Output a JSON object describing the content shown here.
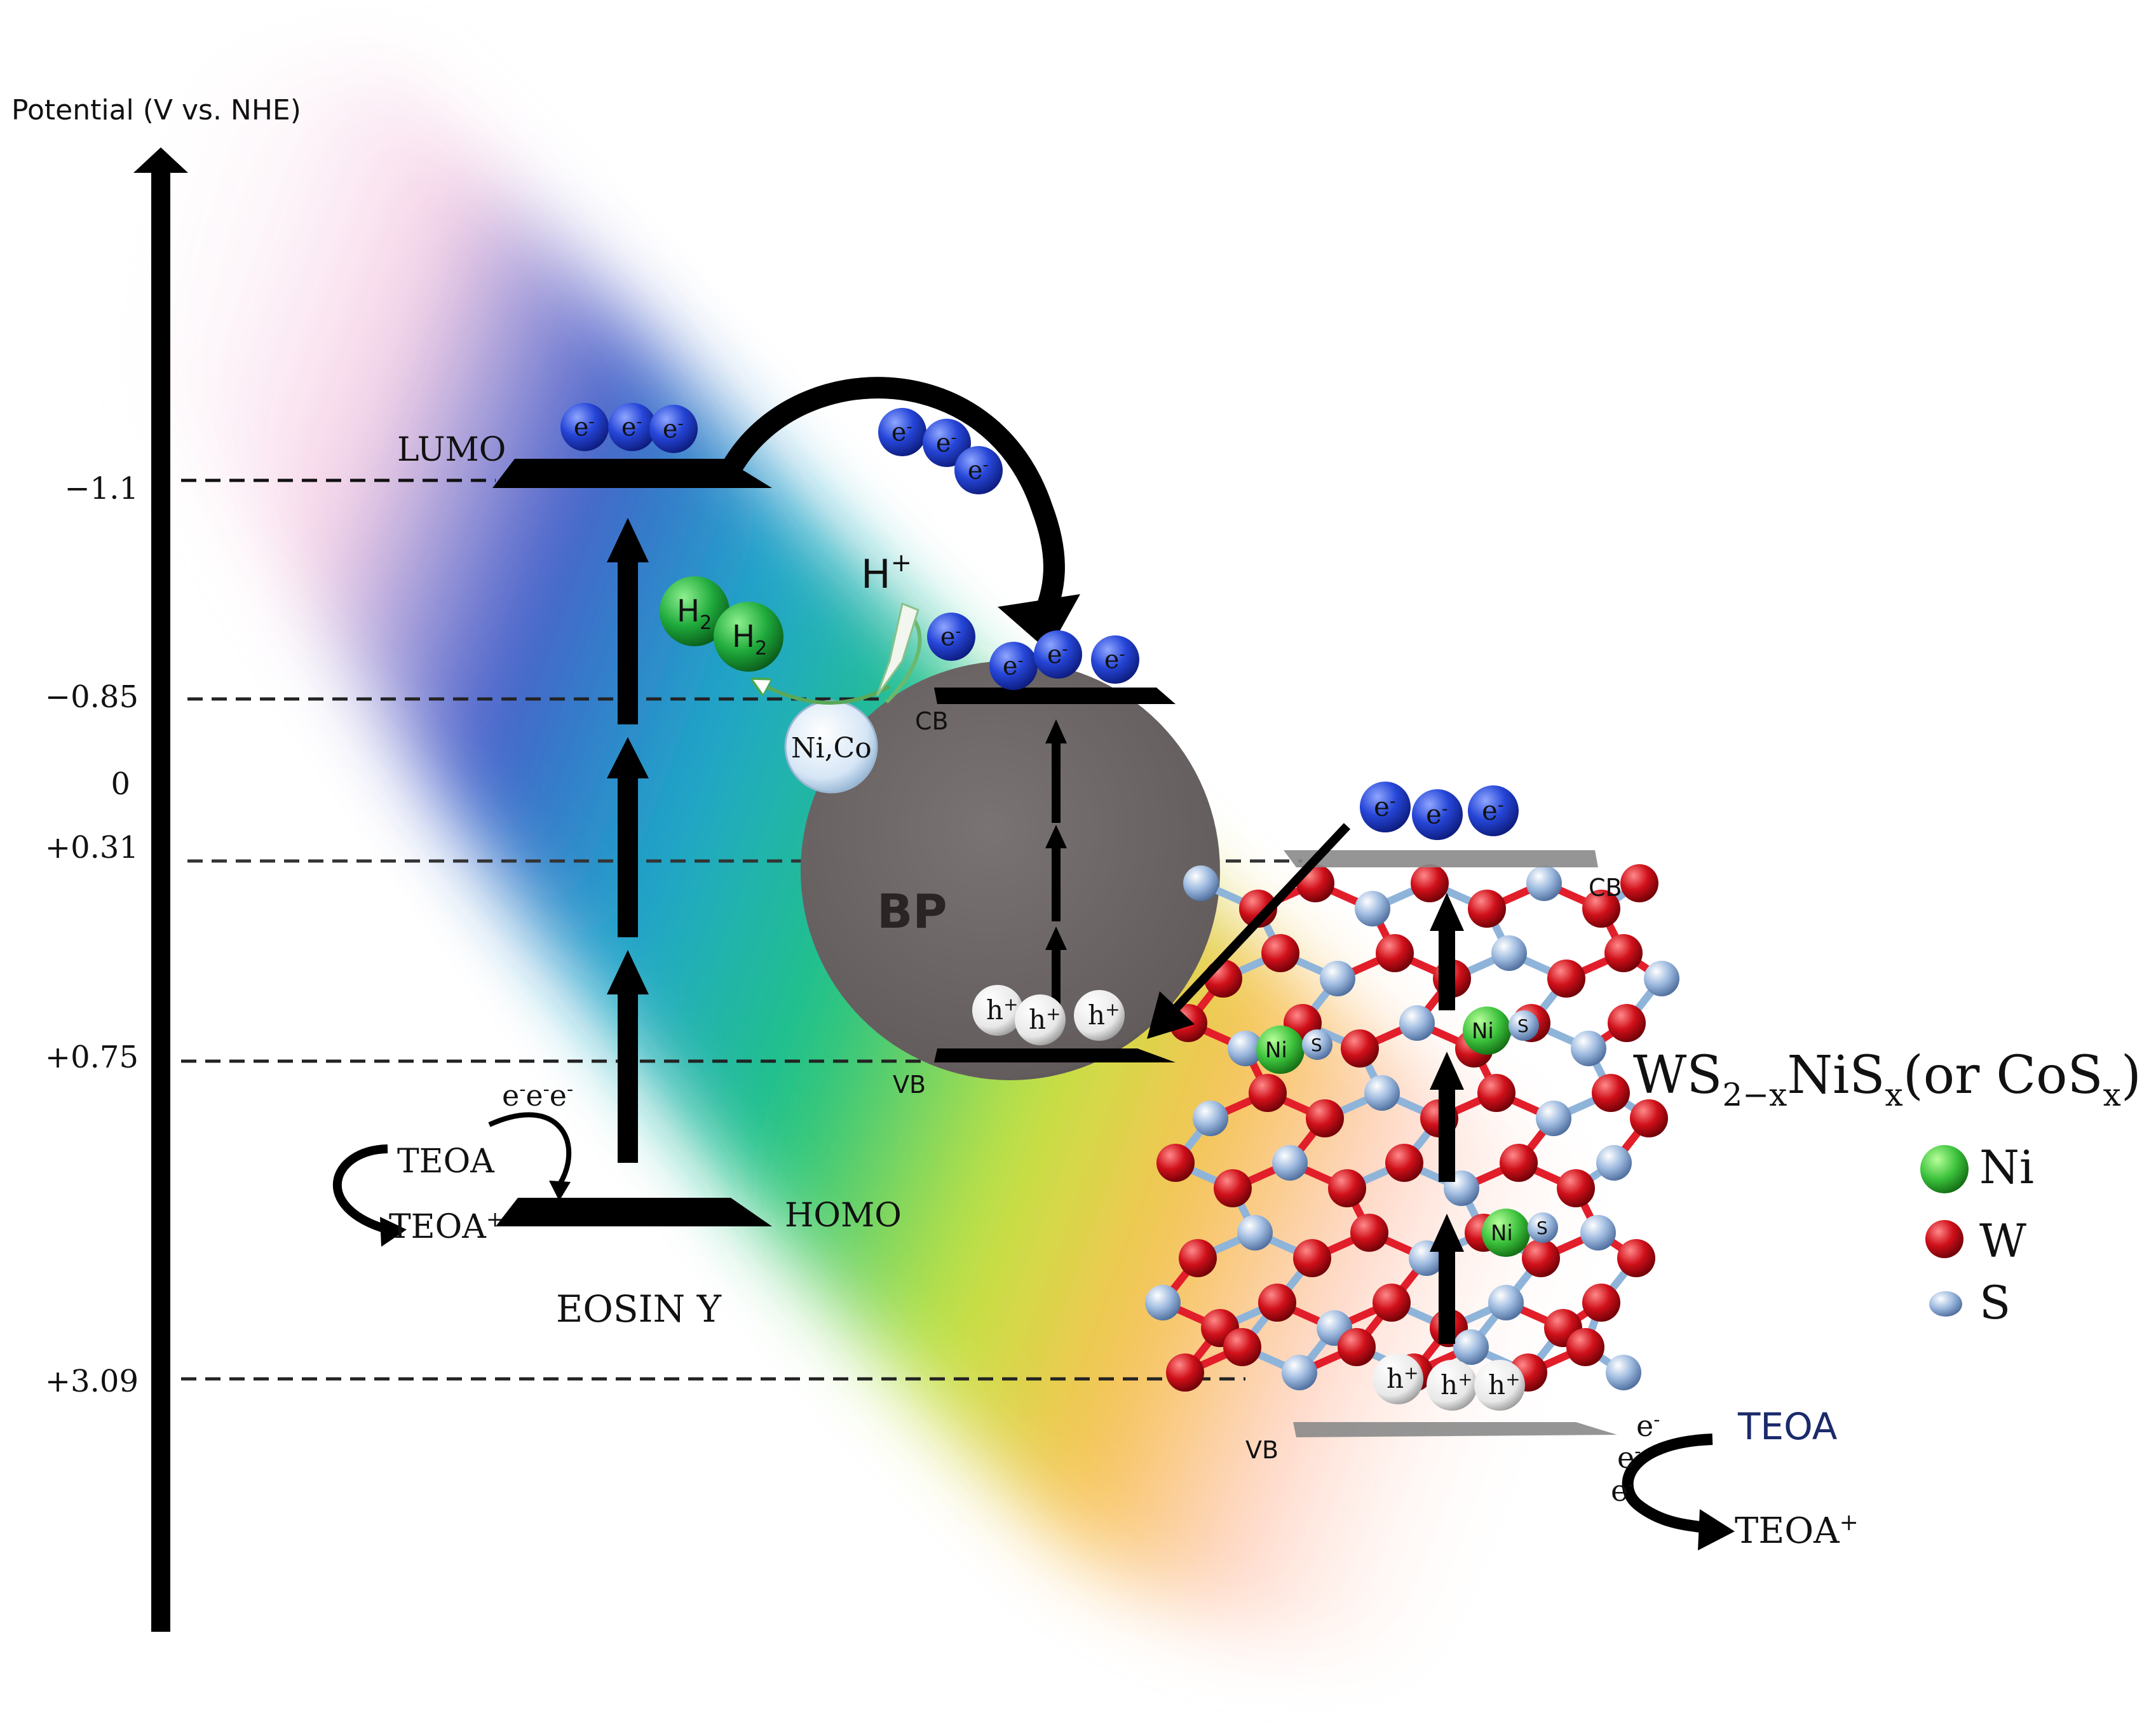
{
  "axis": {
    "title": "Potential (V vs. NHE)",
    "ticks": [
      "−1.1",
      "−0.85",
      "0",
      "+0.31",
      "+0.75",
      "+3.09"
    ]
  },
  "eosin": {
    "name": "EOSIN Y",
    "lumo": "LUMO",
    "homo": "HOMO",
    "teoa": "TEOA",
    "teoa_plus": "TEOA",
    "teoa_plus_sup": "+"
  },
  "bp": {
    "name": "BP",
    "cb": "CB",
    "vb": "VB",
    "cocatalyst": "Ni,Co",
    "h_plus": "H",
    "h_plus_sup": "+",
    "h2": "H",
    "h2_sub": "2"
  },
  "ws2": {
    "formula_parts": [
      "WS",
      "2−x",
      "NiS",
      "x",
      "(or CoS",
      "x",
      ")"
    ],
    "cb": "CB",
    "vb": "VB",
    "ni": "Ni",
    "s": "S",
    "teoa": "TEOA",
    "teoa_plus": "TEOA",
    "teoa_plus_sup": "+"
  },
  "particles": {
    "electron": "e",
    "electron_sup": "-",
    "hole": "h",
    "hole_sup": "+"
  },
  "legend": [
    {
      "symbol": "Ni",
      "color": "#3cc23c"
    },
    {
      "symbol": "W",
      "color": "#d0101a"
    },
    {
      "symbol": "S",
      "color": "#7fa6d4"
    }
  ],
  "colors": {
    "electron": "#1f3fd6",
    "eosin_label": "#c8141e",
    "teoa_right": "#1a2a6a",
    "ni_atom": "#3cc23c",
    "w_atom": "#d0101a",
    "s_atom": "#7fa6d4",
    "bp_sphere": "#6b6464"
  }
}
